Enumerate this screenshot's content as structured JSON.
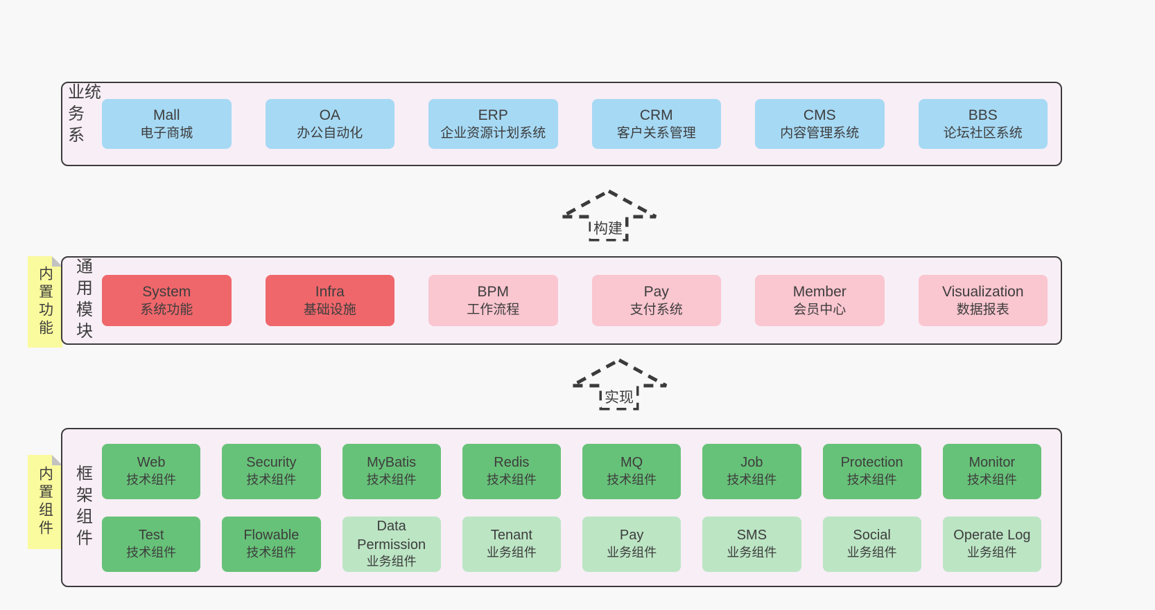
{
  "colors": {
    "page_bg": "#f8f8f8",
    "panel_bg": "#f8eef6",
    "border": "#3b3b3b",
    "business_node": "#a6d9f4",
    "core_module_node": "#ef676b",
    "optional_module_node": "#fac6d0",
    "tech_component_node": "#67c279",
    "biz_component_node": "#bce5c4",
    "sticky_note": "#fafa9e"
  },
  "arrows": [
    {
      "label": "构建"
    },
    {
      "label": "实现"
    }
  ],
  "sections": {
    "business": {
      "label": "业务系统",
      "items": [
        {
          "name": "Mall",
          "desc": "电子商城"
        },
        {
          "name": "OA",
          "desc": "办公自动化"
        },
        {
          "name": "ERP",
          "desc": "企业资源计划系统"
        },
        {
          "name": "CRM",
          "desc": "客户关系管理"
        },
        {
          "name": "CMS",
          "desc": "内容管理系统"
        },
        {
          "name": "BBS",
          "desc": "论坛社区系统"
        }
      ]
    },
    "modules": {
      "label": "通用模块",
      "note": "内置功能",
      "items": [
        {
          "name": "System",
          "desc": "系统功能"
        },
        {
          "name": "Infra",
          "desc": "基础设施"
        },
        {
          "name": "BPM",
          "desc": "工作流程"
        },
        {
          "name": "Pay",
          "desc": "支付系统"
        },
        {
          "name": "Member",
          "desc": "会员中心"
        },
        {
          "name": "Visualization",
          "desc": "数据报表"
        }
      ]
    },
    "components": {
      "label": "框架组件",
      "note": "内置组件",
      "row1": [
        {
          "name": "Web",
          "desc": "技术组件"
        },
        {
          "name": "Security",
          "desc": "技术组件"
        },
        {
          "name": "MyBatis",
          "desc": "技术组件"
        },
        {
          "name": "Redis",
          "desc": "技术组件"
        },
        {
          "name": "MQ",
          "desc": "技术组件"
        },
        {
          "name": "Job",
          "desc": "技术组件"
        },
        {
          "name": "Protection",
          "desc": "技术组件"
        },
        {
          "name": "Monitor",
          "desc": "技术组件"
        }
      ],
      "row2": [
        {
          "name": "Test",
          "desc": "技术组件"
        },
        {
          "name": "Flowable",
          "desc": "技术组件"
        },
        {
          "name": "Data Permission",
          "desc": "业务组件"
        },
        {
          "name": "Tenant",
          "desc": "业务组件"
        },
        {
          "name": "Pay",
          "desc": "业务组件"
        },
        {
          "name": "SMS",
          "desc": "业务组件"
        },
        {
          "name": "Social",
          "desc": "业务组件"
        },
        {
          "name": "Operate Log",
          "desc": "业务组件"
        }
      ]
    }
  }
}
